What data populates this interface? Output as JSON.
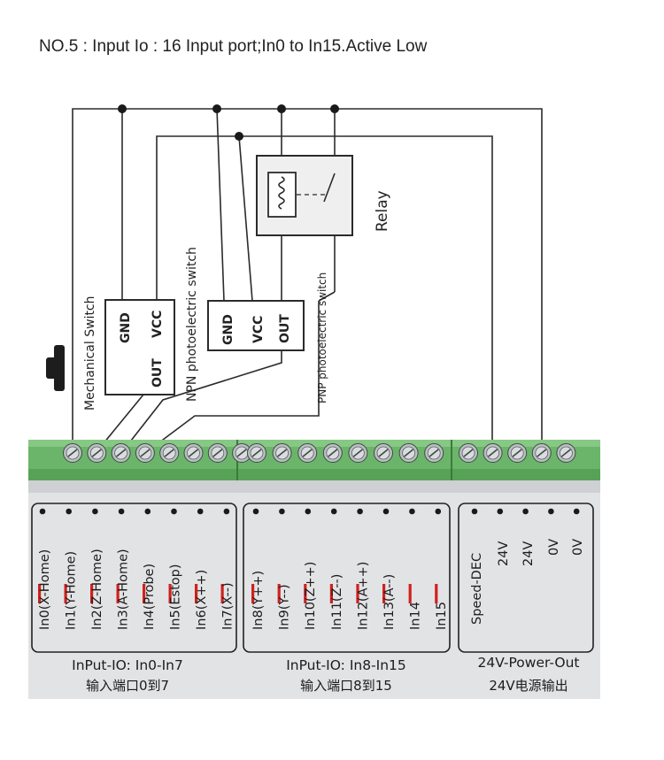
{
  "title": "NO.5 : Input Io : 16 Input port;In0 to In15.Active Low",
  "mechanical_switch_label": "Mechanical Switch",
  "npn": {
    "label": "NPN photoelectric switch",
    "gnd": "GND",
    "vcc": "VCC",
    "out": "OUT"
  },
  "pnp": {
    "label": "PNP photoelectric switch",
    "gnd": "GND",
    "vcc": "VCC",
    "out": "OUT"
  },
  "relay_label": "Relay",
  "group1": {
    "ports": [
      "In0(X-Home)",
      "In1(Y-Home)",
      "In2(Z-Home)",
      "In3(A-Home)",
      "In4(Probe)",
      "In5(Estop)",
      "In6(X++)",
      "In7(X--)"
    ],
    "title": "InPut-IO: In0-In7",
    "title_cn": "输入端口0到7"
  },
  "group2": {
    "ports": [
      "In8(Y++)",
      "In9(Y--)",
      "In10(Z++)",
      "In11(Z--)",
      "In12(A++)",
      "In13(A--)",
      "In14",
      "In15"
    ],
    "title": "InPut-IO: In8-In15",
    "title_cn": "输入端口8到15"
  },
  "group3": {
    "ports": [
      "Speed-DEC",
      "24V",
      "24V",
      "0V",
      "0V"
    ],
    "title": "24V-Power-Out",
    "title_cn": "24V电源输出"
  },
  "colors": {
    "terminal_green": "#6bb56a",
    "board_gray": "#e2e3e5",
    "marker_red": "#d0211e",
    "wire": "#2b2b2b"
  }
}
